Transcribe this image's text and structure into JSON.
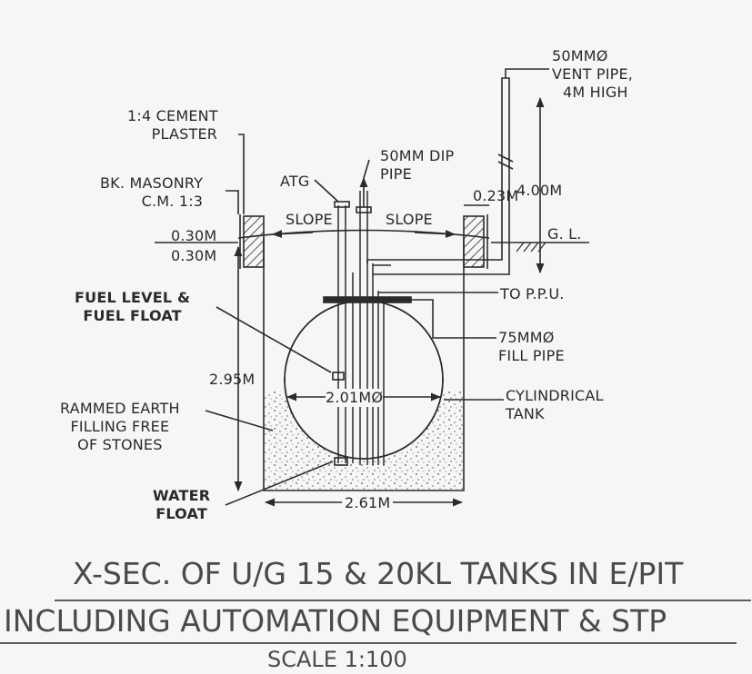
{
  "labels": {
    "vent_pipe_1": "50MMØ",
    "vent_pipe_2": "VENT PIPE,",
    "vent_pipe_3": "4M HIGH",
    "cement_plaster_1": "1:4 CEMENT",
    "cement_plaster_2": "PLASTER",
    "dip_pipe_1": "50MM DIP",
    "dip_pipe_2": "PIPE",
    "bk_masonry_1": "BK. MASONRY",
    "bk_masonry_2": "C.M. 1:3",
    "atg": "ATG",
    "dim_023": "0.23M",
    "dim_400": "4.00M",
    "slope_left": "SLOPE",
    "slope_right": "SLOPE",
    "dim_030_top": "0.30M",
    "dim_030_bottom": "0.30M",
    "gl": "G. L.",
    "fuel_level_1": "FUEL LEVEL &",
    "fuel_level_2": "FUEL FLOAT",
    "to_ppu": "TO P.P.U.",
    "fill_pipe_1": "75MMØ",
    "fill_pipe_2": "FILL PIPE",
    "dim_295": "2.95M",
    "dim_201": "2.01MØ",
    "cyl_tank_1": "CYLINDRICAL",
    "cyl_tank_2": "TANK",
    "rammed_1": "RAMMED EARTH",
    "rammed_2": "FILLING FREE",
    "rammed_3": "OF STONES",
    "water_float_1": "WATER",
    "water_float_2": "FLOAT",
    "dim_261": "2.61M"
  },
  "title": {
    "line1": "X-SEC. OF U/G 15 & 20KL TANKS IN E/PIT",
    "line2": "INCLUDING AUTOMATION EQUIPMENT & STP",
    "scale": "SCALE 1:100"
  },
  "colors": {
    "ink": "#2b2b2b",
    "paper": "#f6f6f4",
    "title_ink": "#4a4a4a"
  }
}
